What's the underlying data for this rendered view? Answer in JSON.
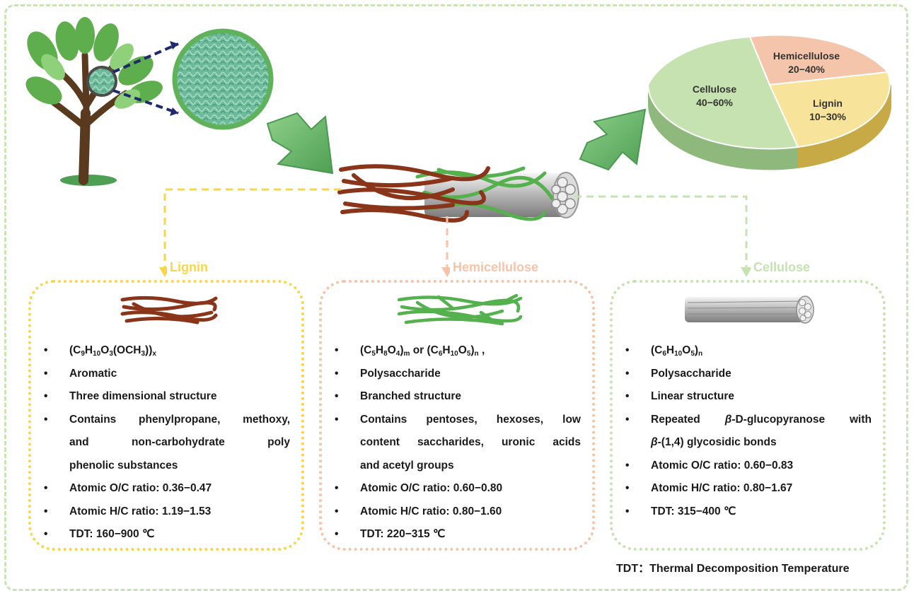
{
  "pie": {
    "labels": [
      {
        "name": "Cellulose",
        "range": "40−60%"
      },
      {
        "name": "Hemicellulose",
        "range": "20−40%"
      },
      {
        "name": "Lignin",
        "range": "10−30%"
      }
    ],
    "colors": {
      "cellulose": "#c6e2b0",
      "hemicellulose": "#f5c5ab",
      "lignin": "#f7e49a"
    }
  },
  "panels": {
    "lignin": {
      "title": "Lignin",
      "color": "#f7d64a",
      "items": [
        "(C9H10O3(OCH3))x",
        "Aromatic",
        "Three dimensional structure",
        "Contains phenylpropane, methoxy,",
        "and non-carbohydrate poly",
        "phenolic substances",
        "Atomic O/C ratio: 0.36−0.47",
        "Atomic H/C ratio: 1.19−1.53",
        "TDT: 160−900 ℃"
      ]
    },
    "hemicellulose": {
      "title": "Hemicellulose",
      "color": "#f5c3a8",
      "items": [
        "(C5H8O4)m or (C6H10O5)n ,",
        "Polysaccharide",
        "Branched structure",
        "Contains pentoses, hexoses, low",
        "content saccharides, uronic acids",
        "and acetyl groups",
        "Atomic O/C ratio: 0.60−0.80",
        "Atomic H/C ratio: 0.80−1.60",
        "TDT: 220−315 ℃"
      ]
    },
    "cellulose": {
      "title": "Cellulose",
      "color": "#c6e2b0",
      "items": [
        "(C6H10O5)n",
        "Polysaccharide",
        "Linear structure",
        "Repeated β-D-glucopyranose with",
        "β-(1,4) glycosidic bonds",
        "Atomic O/C ratio: 0.60−0.83",
        "Atomic H/C ratio: 0.80−1.67",
        "TDT: 315−400 ℃"
      ]
    }
  },
  "footnote": "TDT：Thermal Decomposition Temperature"
}
